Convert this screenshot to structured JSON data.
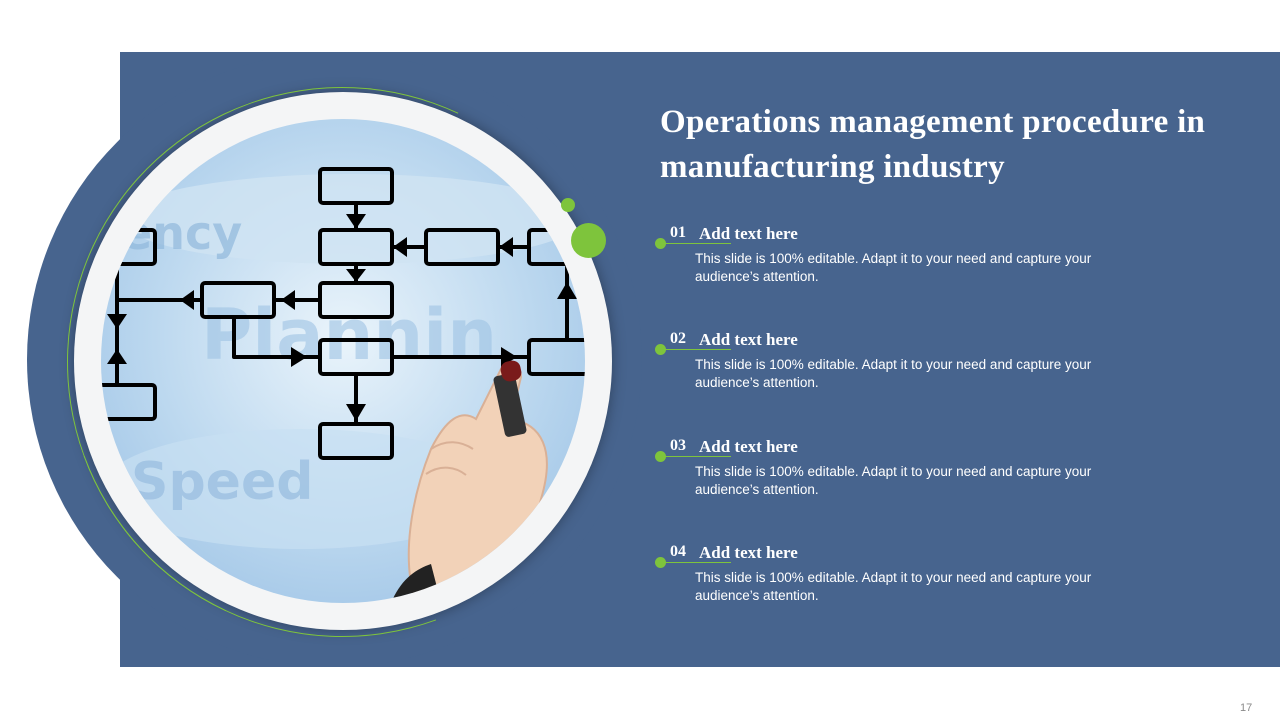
{
  "slide": {
    "title": "Operations management procedure in manufacturing industry",
    "page_number": "17",
    "colors": {
      "panel": "#47648e",
      "accent": "#7ec43c",
      "text": "#ffffff"
    },
    "image": {
      "icon": "hand-drawing-flowchart-photo"
    },
    "items": [
      {
        "number": "01",
        "heading": "Add text here",
        "body": "This slide is 100% editable. Adapt it to your need and capture your audience’s attention."
      },
      {
        "number": "02",
        "heading": "Add text here",
        "body": "This slide is 100% editable. Adapt it to your need and capture your audience’s attention."
      },
      {
        "number": "03",
        "heading": "Add text here",
        "body": "This slide is 100% editable. Adapt it to your need and capture your audience’s attention."
      },
      {
        "number": "04",
        "heading": "Add text here",
        "body": "This slide is 100% editable. Adapt it to your need and capture your audience’s attention."
      }
    ]
  }
}
